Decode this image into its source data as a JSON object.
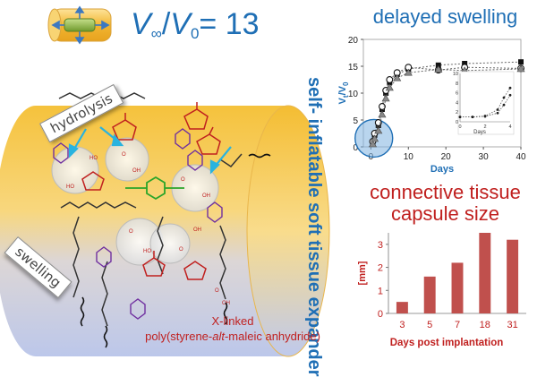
{
  "header": {
    "ratio_v": "V",
    "ratio_inf": "∞",
    "ratio_slash": "/",
    "ratio_v0": "V",
    "ratio_zero": "0",
    "ratio_value": "= 13"
  },
  "swelling_chart_title": "delayed swelling",
  "capsule_chart_title": "connective tissue capsule size",
  "cylinder_text": "self- inflatable soft tissue expander",
  "labels": {
    "hydrolysis": "hydrolysis",
    "swelling": "swelling"
  },
  "polymer_caption": {
    "line1": "X-linked",
    "line2_pre": "poly(styrene-",
    "line2_alt": "alt",
    "line2_post": "-maleic anhydride)"
  },
  "colors": {
    "blue": "#1f6fb5",
    "red": "#c0201f",
    "bar": "#c0504d",
    "gold": "#f2b632",
    "lavender": "#c9cde6"
  },
  "chart_data": [
    {
      "type": "scatter",
      "title": "delayed swelling",
      "xlabel": "Days",
      "ylabel_main": "V",
      "ylabel_sub_t": "t",
      "ylabel_sub_0": "0",
      "xlim": [
        -2,
        40
      ],
      "ylim": [
        0,
        20
      ],
      "x_ticks": [
        "0",
        "10",
        "20",
        "30",
        "40"
      ],
      "y_ticks": [
        "0",
        "5",
        "10",
        "15",
        "20"
      ],
      "series": [
        {
          "marker": "square",
          "x": [
            0.5,
            1,
            2,
            3,
            4,
            5,
            7,
            10,
            18,
            25,
            40
          ],
          "y": [
            0.8,
            2.2,
            4,
            7,
            10,
            12,
            13.5,
            14.5,
            15.2,
            15.5,
            15.8
          ]
        },
        {
          "marker": "circle",
          "x": [
            0.5,
            1,
            2,
            3,
            4,
            5,
            7,
            10,
            18,
            25,
            40
          ],
          "y": [
            1,
            2.5,
            4.5,
            7.5,
            10.5,
            12.5,
            13.8,
            14.8,
            14.3,
            14.8,
            14.6
          ]
        },
        {
          "marker": "triangle",
          "x": [
            0.5,
            1,
            2,
            3,
            4,
            5,
            7,
            10,
            18,
            25,
            40
          ],
          "y": [
            0.5,
            1.5,
            3,
            6,
            9,
            11,
            12.8,
            13.8,
            14.4,
            14.2,
            14.5
          ]
        }
      ],
      "inset": {
        "xlabel": "Days",
        "x_ticks": [
          "0",
          "2",
          "4"
        ],
        "y_ticks": [
          "0",
          "2",
          "4",
          "6",
          "8",
          "10"
        ],
        "xlim": [
          0,
          4
        ],
        "ylim": [
          0,
          10
        ],
        "series": [
          {
            "x": [
              0,
              1,
              2,
              3,
              3.5,
              4
            ],
            "y": [
              1,
              1,
              1.2,
              2.5,
              5,
              7
            ]
          },
          {
            "x": [
              0,
              1,
              2,
              3,
              3.5,
              4
            ],
            "y": [
              1,
              1,
              1.1,
              1.8,
              3.5,
              5.5
            ]
          }
        ]
      }
    },
    {
      "type": "bar",
      "title": "connective tissue capsule size",
      "xlabel": "Days post implantation",
      "ylabel": "[mm]",
      "categories": [
        "3",
        "5",
        "7",
        "18",
        "31"
      ],
      "values": [
        0.5,
        1.6,
        2.2,
        3.5,
        3.2
      ],
      "ylim": [
        0,
        3.5
      ],
      "y_ticks": [
        "0",
        "1",
        "2",
        "3"
      ]
    }
  ]
}
